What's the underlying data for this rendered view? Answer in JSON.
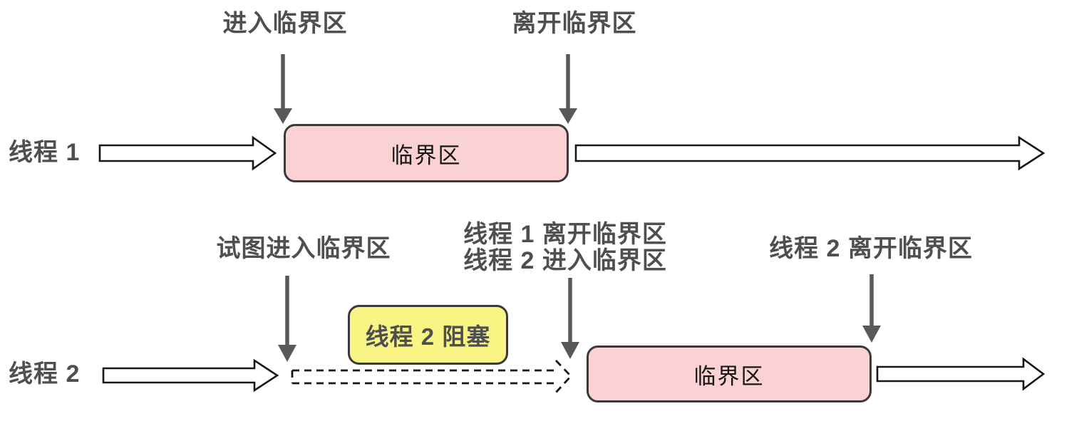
{
  "palette": {
    "box_pink": "#FBD2D4",
    "box_yellow": "#F9F584",
    "box_border": "#3A3A3A",
    "arrow_fill": "#FFFFFF",
    "arrow_border": "#161616",
    "pointer_color": "#595959",
    "label_color": "#4F4F4F",
    "box_text_color": "#161616"
  },
  "top_row": {
    "thread_label": "线程 1",
    "enter_annotation": "进入临界区",
    "leave_annotation": "离开临界区",
    "critical_box_label": "临界区"
  },
  "bottom_row": {
    "thread_label": "线程 2",
    "try_enter_annotation": "试图进入临界区",
    "handover_annotation_lines": [
      "线程 1 离开临界区",
      "线程 2 进入临界区"
    ],
    "leave_annotation": "线程 2 离开临界区",
    "blocked_box_label": "线程 2 阻塞",
    "critical_box_label": "临界区"
  }
}
